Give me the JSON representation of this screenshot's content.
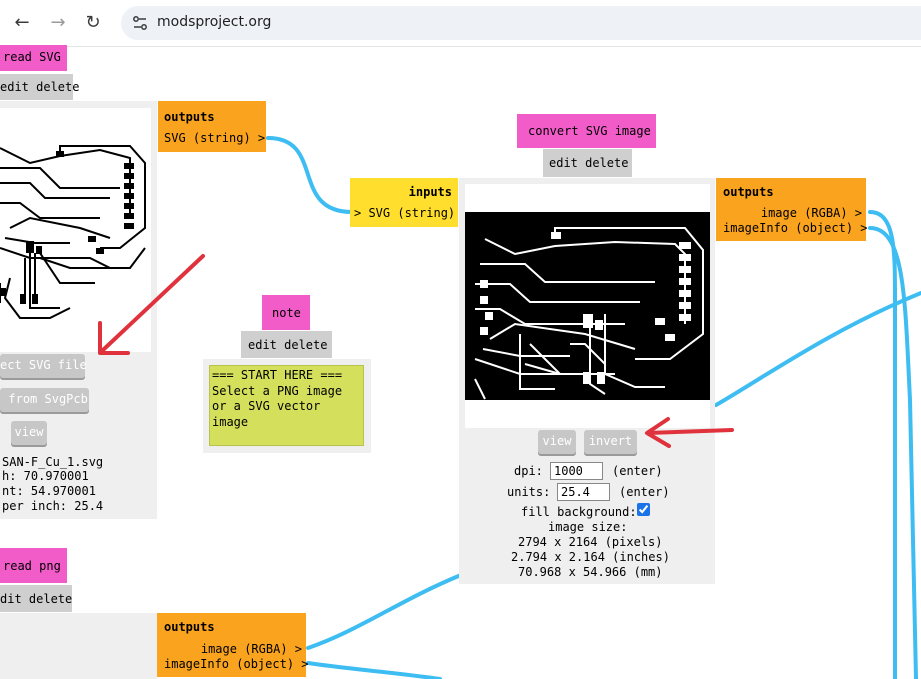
{
  "browser": {
    "url": "modsproject.org",
    "back_icon": "←",
    "forward_icon": "→",
    "reload_icon": "↻"
  },
  "read_svg": {
    "title": "read SVG",
    "edit_delete": "edit delete",
    "select_button": "ect SVG file",
    "svgpcb_button": " from SvgPcb",
    "view_button": "view",
    "filename": "SAN-F_Cu_1.svg",
    "width": "h: 70.970001",
    "height": "nt: 54.970001",
    "units_per_inch": "per inch: 25.4",
    "outputs_title": "outputs",
    "output_svg": "SVG (string) >"
  },
  "convert_svg": {
    "title": "convert SVG image",
    "edit_delete": "edit delete",
    "inputs_title": "inputs",
    "input_svg": "> SVG (string)",
    "outputs_title": "outputs",
    "output_image": "image (RGBA) >",
    "output_imageinfo": "imageInfo (object) >",
    "view_button": "view",
    "invert_button": "invert",
    "dpi_label": "dpi:",
    "dpi_value": "1000",
    "dpi_enter": "(enter)",
    "units_label": "units:",
    "units_value": "25.4",
    "units_enter": "(enter)",
    "fill_background_label": "fill background:",
    "fill_background_checked": true,
    "image_size_label": "image size:",
    "size_pixels": "2794 x 2164 (pixels)",
    "size_inches": "2.794 x 2.164 (inches)",
    "size_mm": "70.968 x 54.966 (mm)"
  },
  "note": {
    "title": "note",
    "edit_delete": "edit delete",
    "text": "=== START HERE ===\nSelect a PNG image\nor a SVG vector\nimage"
  },
  "read_png": {
    "title": "read png",
    "edit_delete": "dit delete",
    "outputs_title": "outputs",
    "output_image": "image (RGBA) >",
    "output_imageinfo": "imageInfo (object) >"
  },
  "colors": {
    "pink": "#f25cc9",
    "orange": "#f9a31f",
    "yellow": "#ffde2e",
    "wire": "#3dbdf2",
    "arrow": "#e0323c",
    "note": "#d4e05c"
  }
}
